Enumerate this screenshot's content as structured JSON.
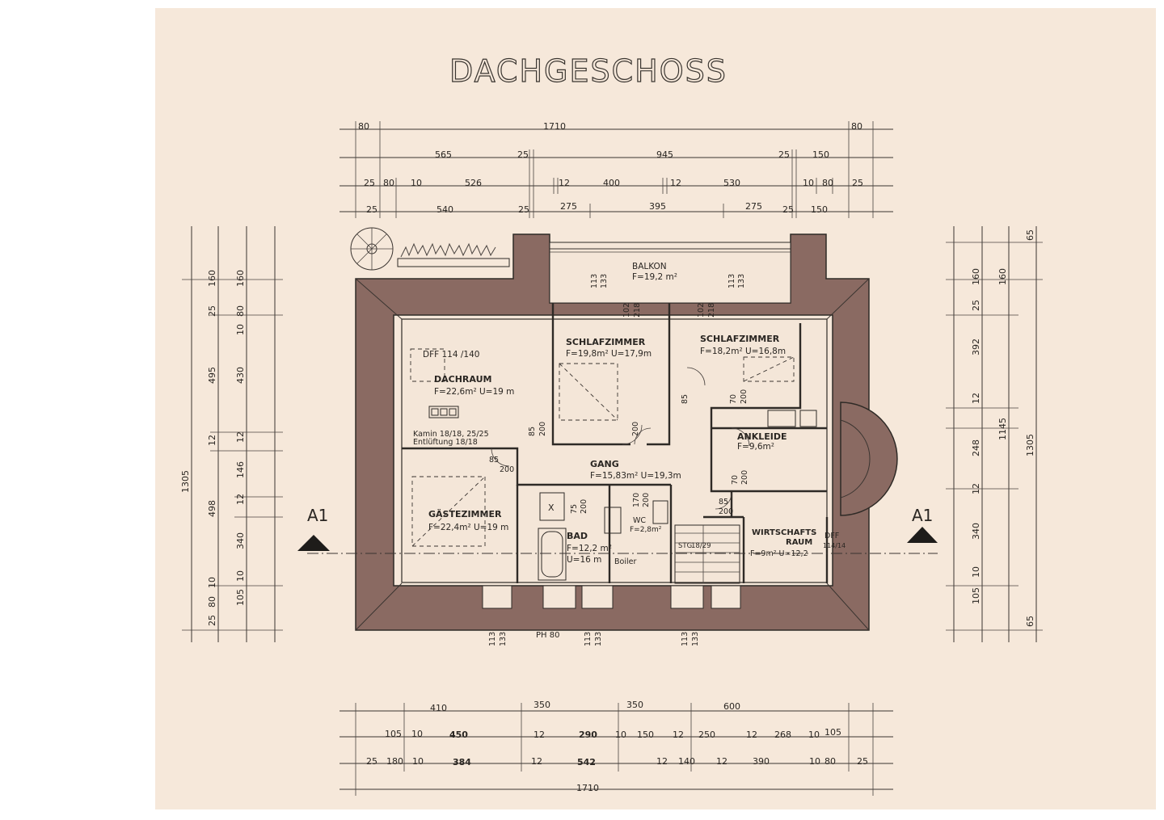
{
  "drawing": {
    "title": "DACHGESCHOSS",
    "section_markers": [
      "A1",
      "A1"
    ],
    "ph_label": "PH 80",
    "colors": {
      "paper": "#f6e8da",
      "roof_wall": "#8a6a62",
      "ink": "#2e2a26"
    }
  },
  "rooms": {
    "balkon": {
      "name": "BALKON",
      "area": "F=19,2 m²"
    },
    "dachraum": {
      "name": "DACHRAUM",
      "area": "F=22,6m²  U=19 m",
      "dff": "DFF 114 /140",
      "kamin": "Kamin 18/18, 25/25",
      "entlueftung": "Entlüftung 18/18"
    },
    "schlafzimmer1": {
      "name": "SCHLAFZIMMER",
      "area": "F=19,8m²  U=17,9m"
    },
    "schlafzimmer2": {
      "name": "SCHLAFZIMMER",
      "area": "F=18,2m²  U=16,8m"
    },
    "gang": {
      "name": "GANG",
      "area": "F=15,83m²  U=19,3m"
    },
    "ankleide": {
      "name": "ANKLEIDE",
      "area": "F=9,6m²"
    },
    "gaestezimmer": {
      "name": "GÄSTEZIMMER",
      "area": "F=22,4m² U=19 m"
    },
    "bad": {
      "name": "BAD",
      "area": "F=12,2 m²",
      "perimeter": "U=16 m",
      "boiler": "Boiler"
    },
    "wc": {
      "name": "WC",
      "area": "F=2,8m²"
    },
    "wirtschaftsraum": {
      "name1": "WIRTSCHAFTS",
      "name2": "RAUM",
      "area": "F=9m²  U=12,2",
      "dff": "DFF",
      "dff_size": "114/14"
    },
    "stair": {
      "label": "STG",
      "steps": "18/29"
    }
  },
  "openings": {
    "door_a": [
      "113",
      "133"
    ],
    "door_b": [
      "102",
      "218"
    ],
    "door_c": [
      "102",
      "218"
    ],
    "door_d": [
      "113",
      "133"
    ],
    "d_85_200": [
      "85",
      "200"
    ],
    "d_70_200": [
      "70",
      "200"
    ],
    "d_75_200": [
      "75",
      "200"
    ],
    "d_170_200": [
      "170",
      "200"
    ],
    "bottom_w1": [
      "113",
      "133"
    ],
    "bottom_w2": [
      "113",
      "133"
    ],
    "bottom_w3": [
      "113",
      "133"
    ]
  },
  "dimensions": {
    "top_row1": [
      "80",
      "1710",
      "80"
    ],
    "top_row2": [
      "565",
      "25",
      "945",
      "25",
      "150"
    ],
    "top_row3": [
      "25",
      "80",
      "10",
      "526",
      "12",
      "400",
      "12",
      "530",
      "10",
      "80",
      "25"
    ],
    "top_row4": [
      "25",
      "540",
      "25",
      "275",
      "395",
      "275",
      "25",
      "150"
    ],
    "bottom_row1": [
      "410",
      "350",
      "350",
      "600"
    ],
    "bottom_row2": [
      "105",
      "10",
      "450",
      "12",
      "290",
      "10",
      "150",
      "12",
      "250",
      "12",
      "268",
      "10",
      "105"
    ],
    "bottom_row3": [
      "25",
      "180",
      "10",
      "384",
      "12",
      "542",
      "12",
      "140",
      "12",
      "390",
      "10",
      "80",
      "25"
    ],
    "bottom_total": "1710",
    "left_total": "1305",
    "left_outer": [
      "160",
      "25",
      "495",
      "12",
      "498",
      "10",
      "80",
      "25"
    ],
    "left_inner": [
      "160",
      "80",
      "10",
      "430",
      "12",
      "146",
      "12",
      "340",
      "10",
      "105"
    ],
    "right_total": "1305",
    "right_inner_total": "1145",
    "right_outer": [
      "65",
      "160",
      "25",
      "392",
      "12",
      "248",
      "12",
      "340",
      "10",
      "105",
      "65"
    ],
    "right_inner": [
      "160"
    ]
  }
}
